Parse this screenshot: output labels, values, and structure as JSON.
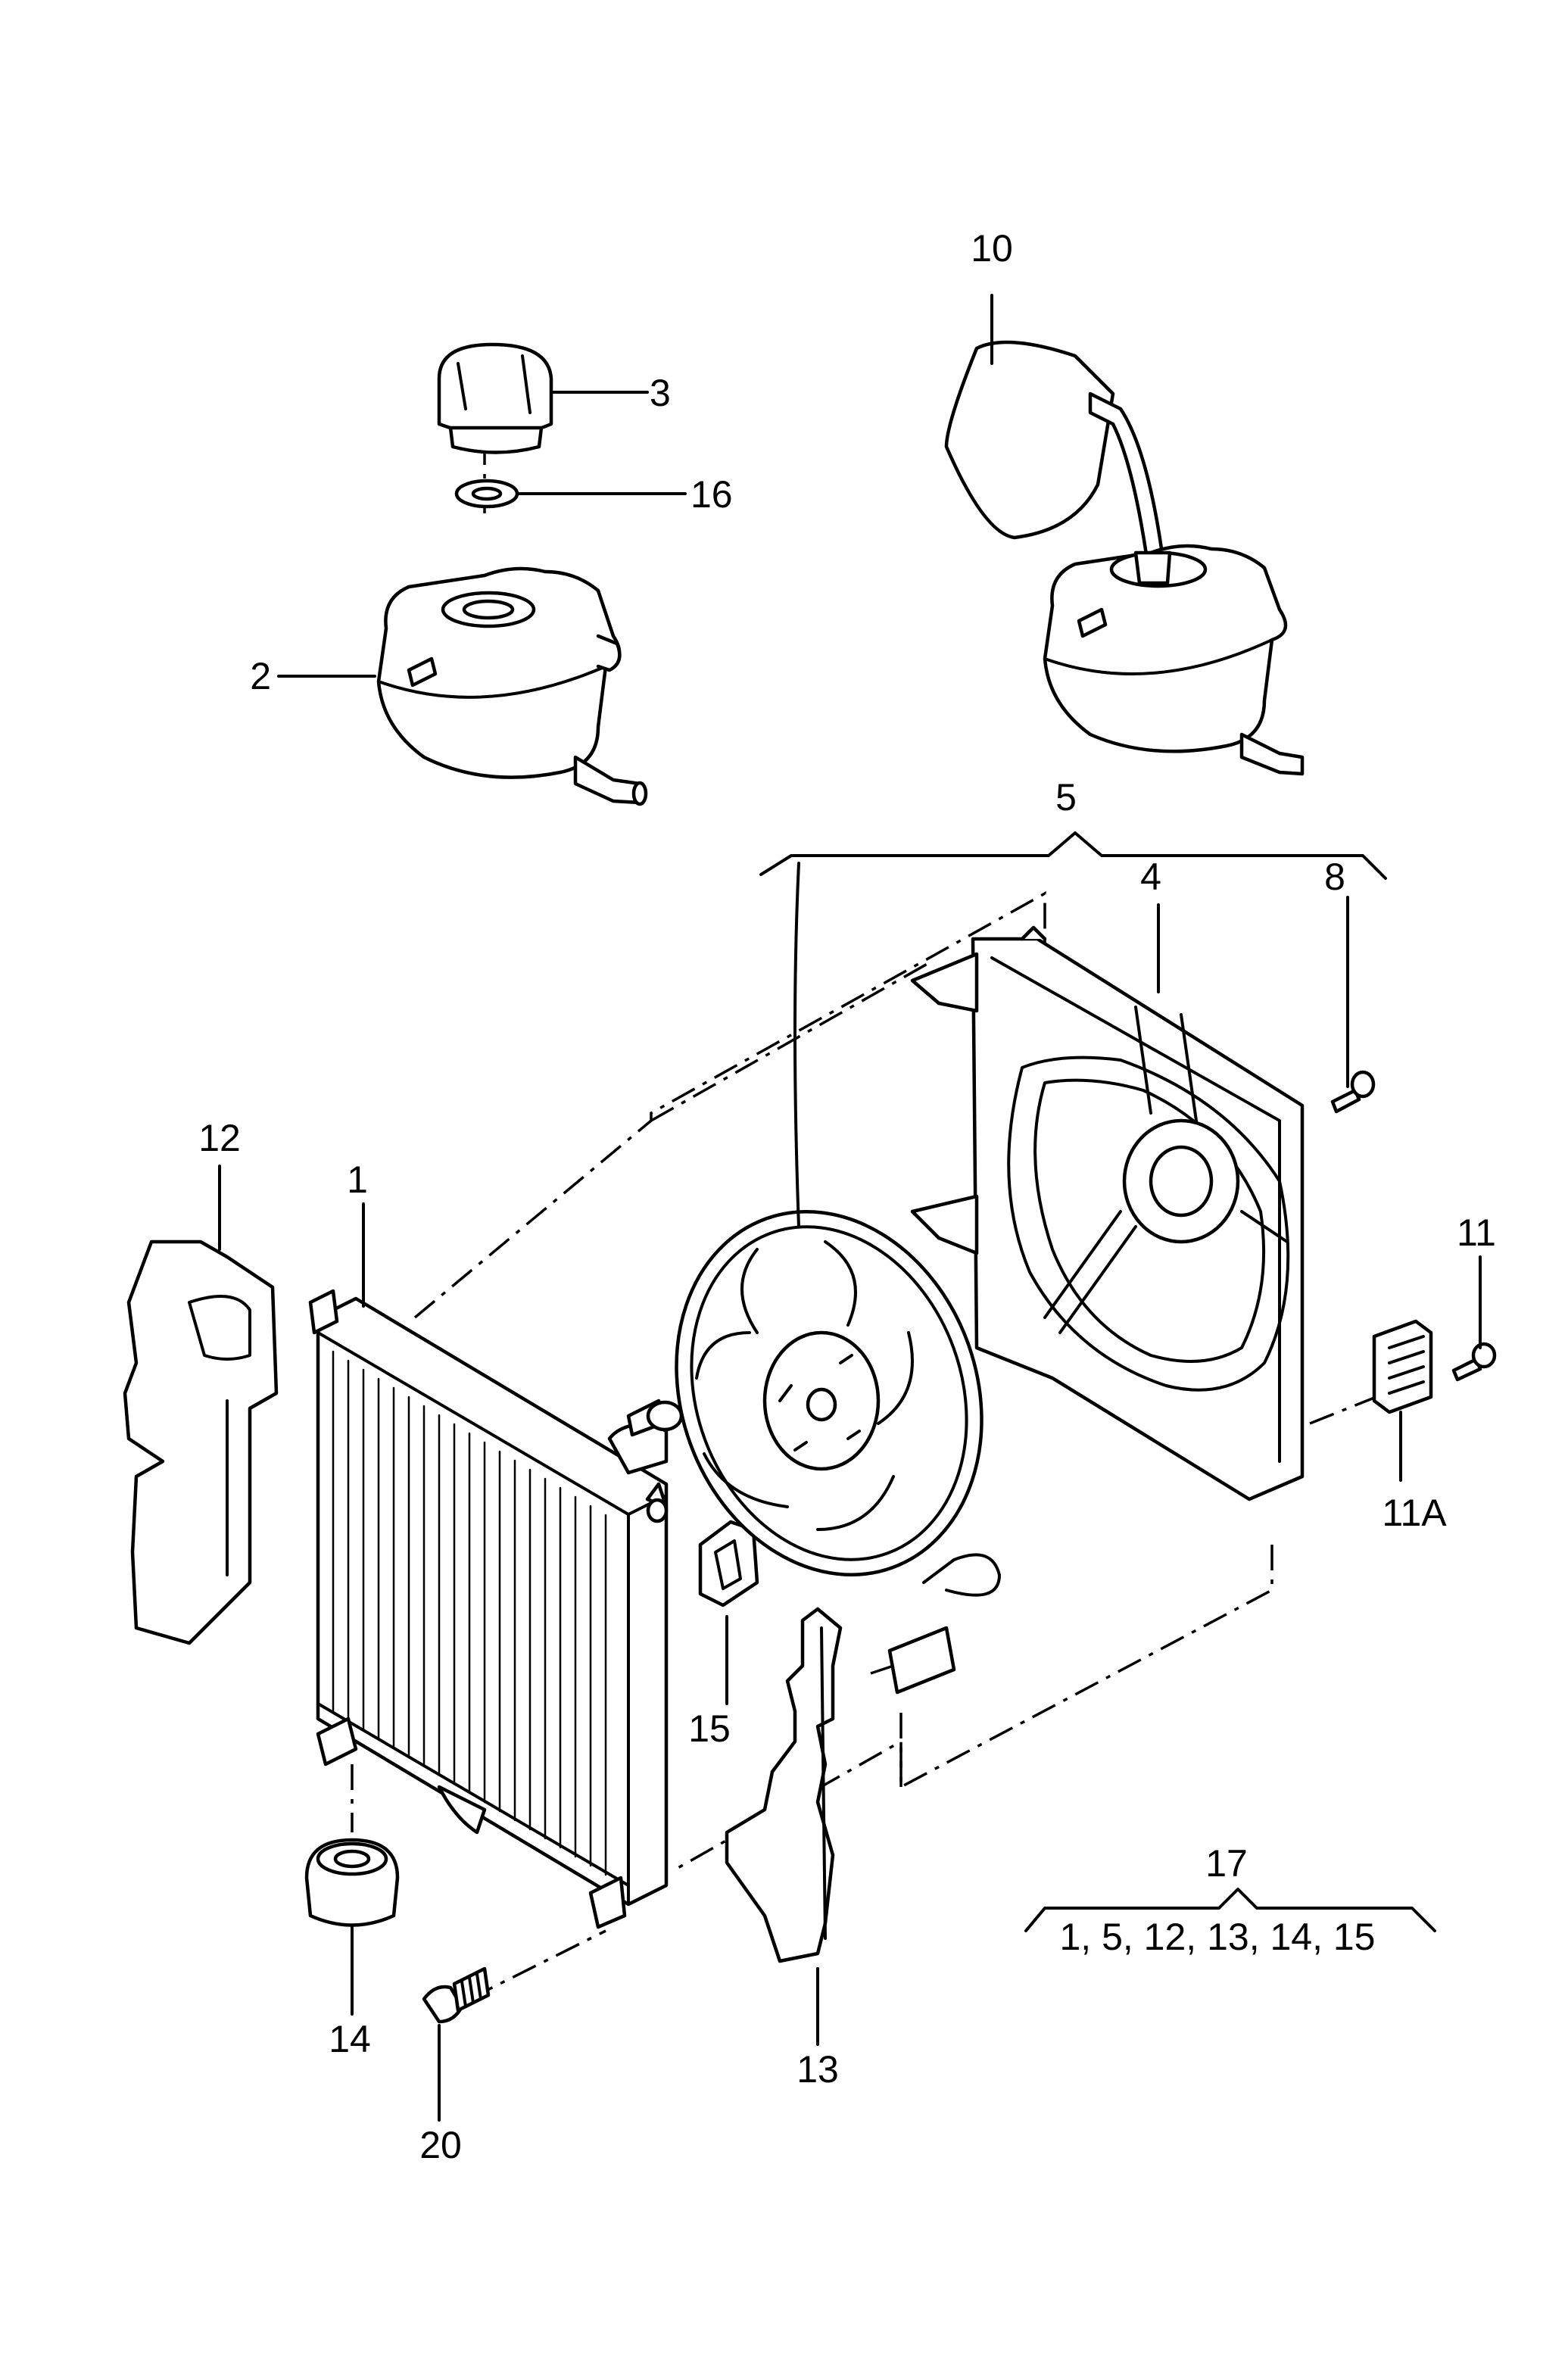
{
  "callouts": {
    "c1": "1",
    "c2": "2",
    "c3": "3",
    "c4": "4",
    "c5": "5",
    "c8": "8",
    "c10": "10",
    "c11": "11",
    "c11a": "11A",
    "c12": "12",
    "c13": "13",
    "c14": "14",
    "c15": "15",
    "c16": "16",
    "c17": "17",
    "c20": "20"
  },
  "kit": {
    "contents": "1, 5, 12, 13, 14, 15"
  },
  "colors": {
    "ink": "#000000",
    "paper": "#ffffff"
  }
}
